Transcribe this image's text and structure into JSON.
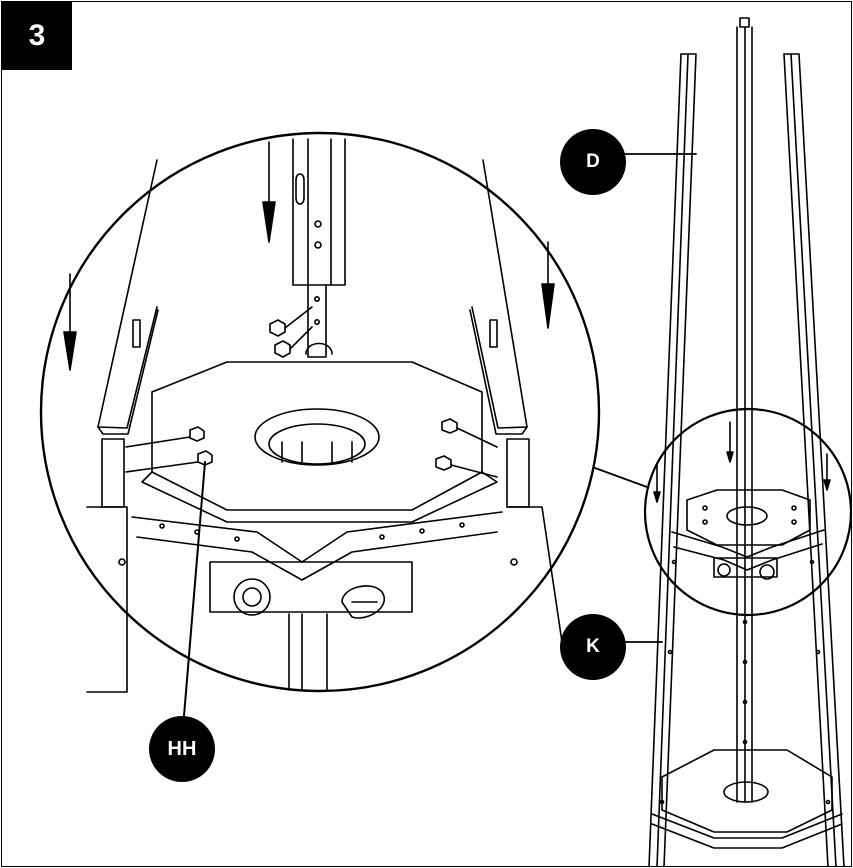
{
  "step": {
    "number": "3"
  },
  "callouts": {
    "d": "D",
    "k": "K",
    "hh": "HH"
  }
}
